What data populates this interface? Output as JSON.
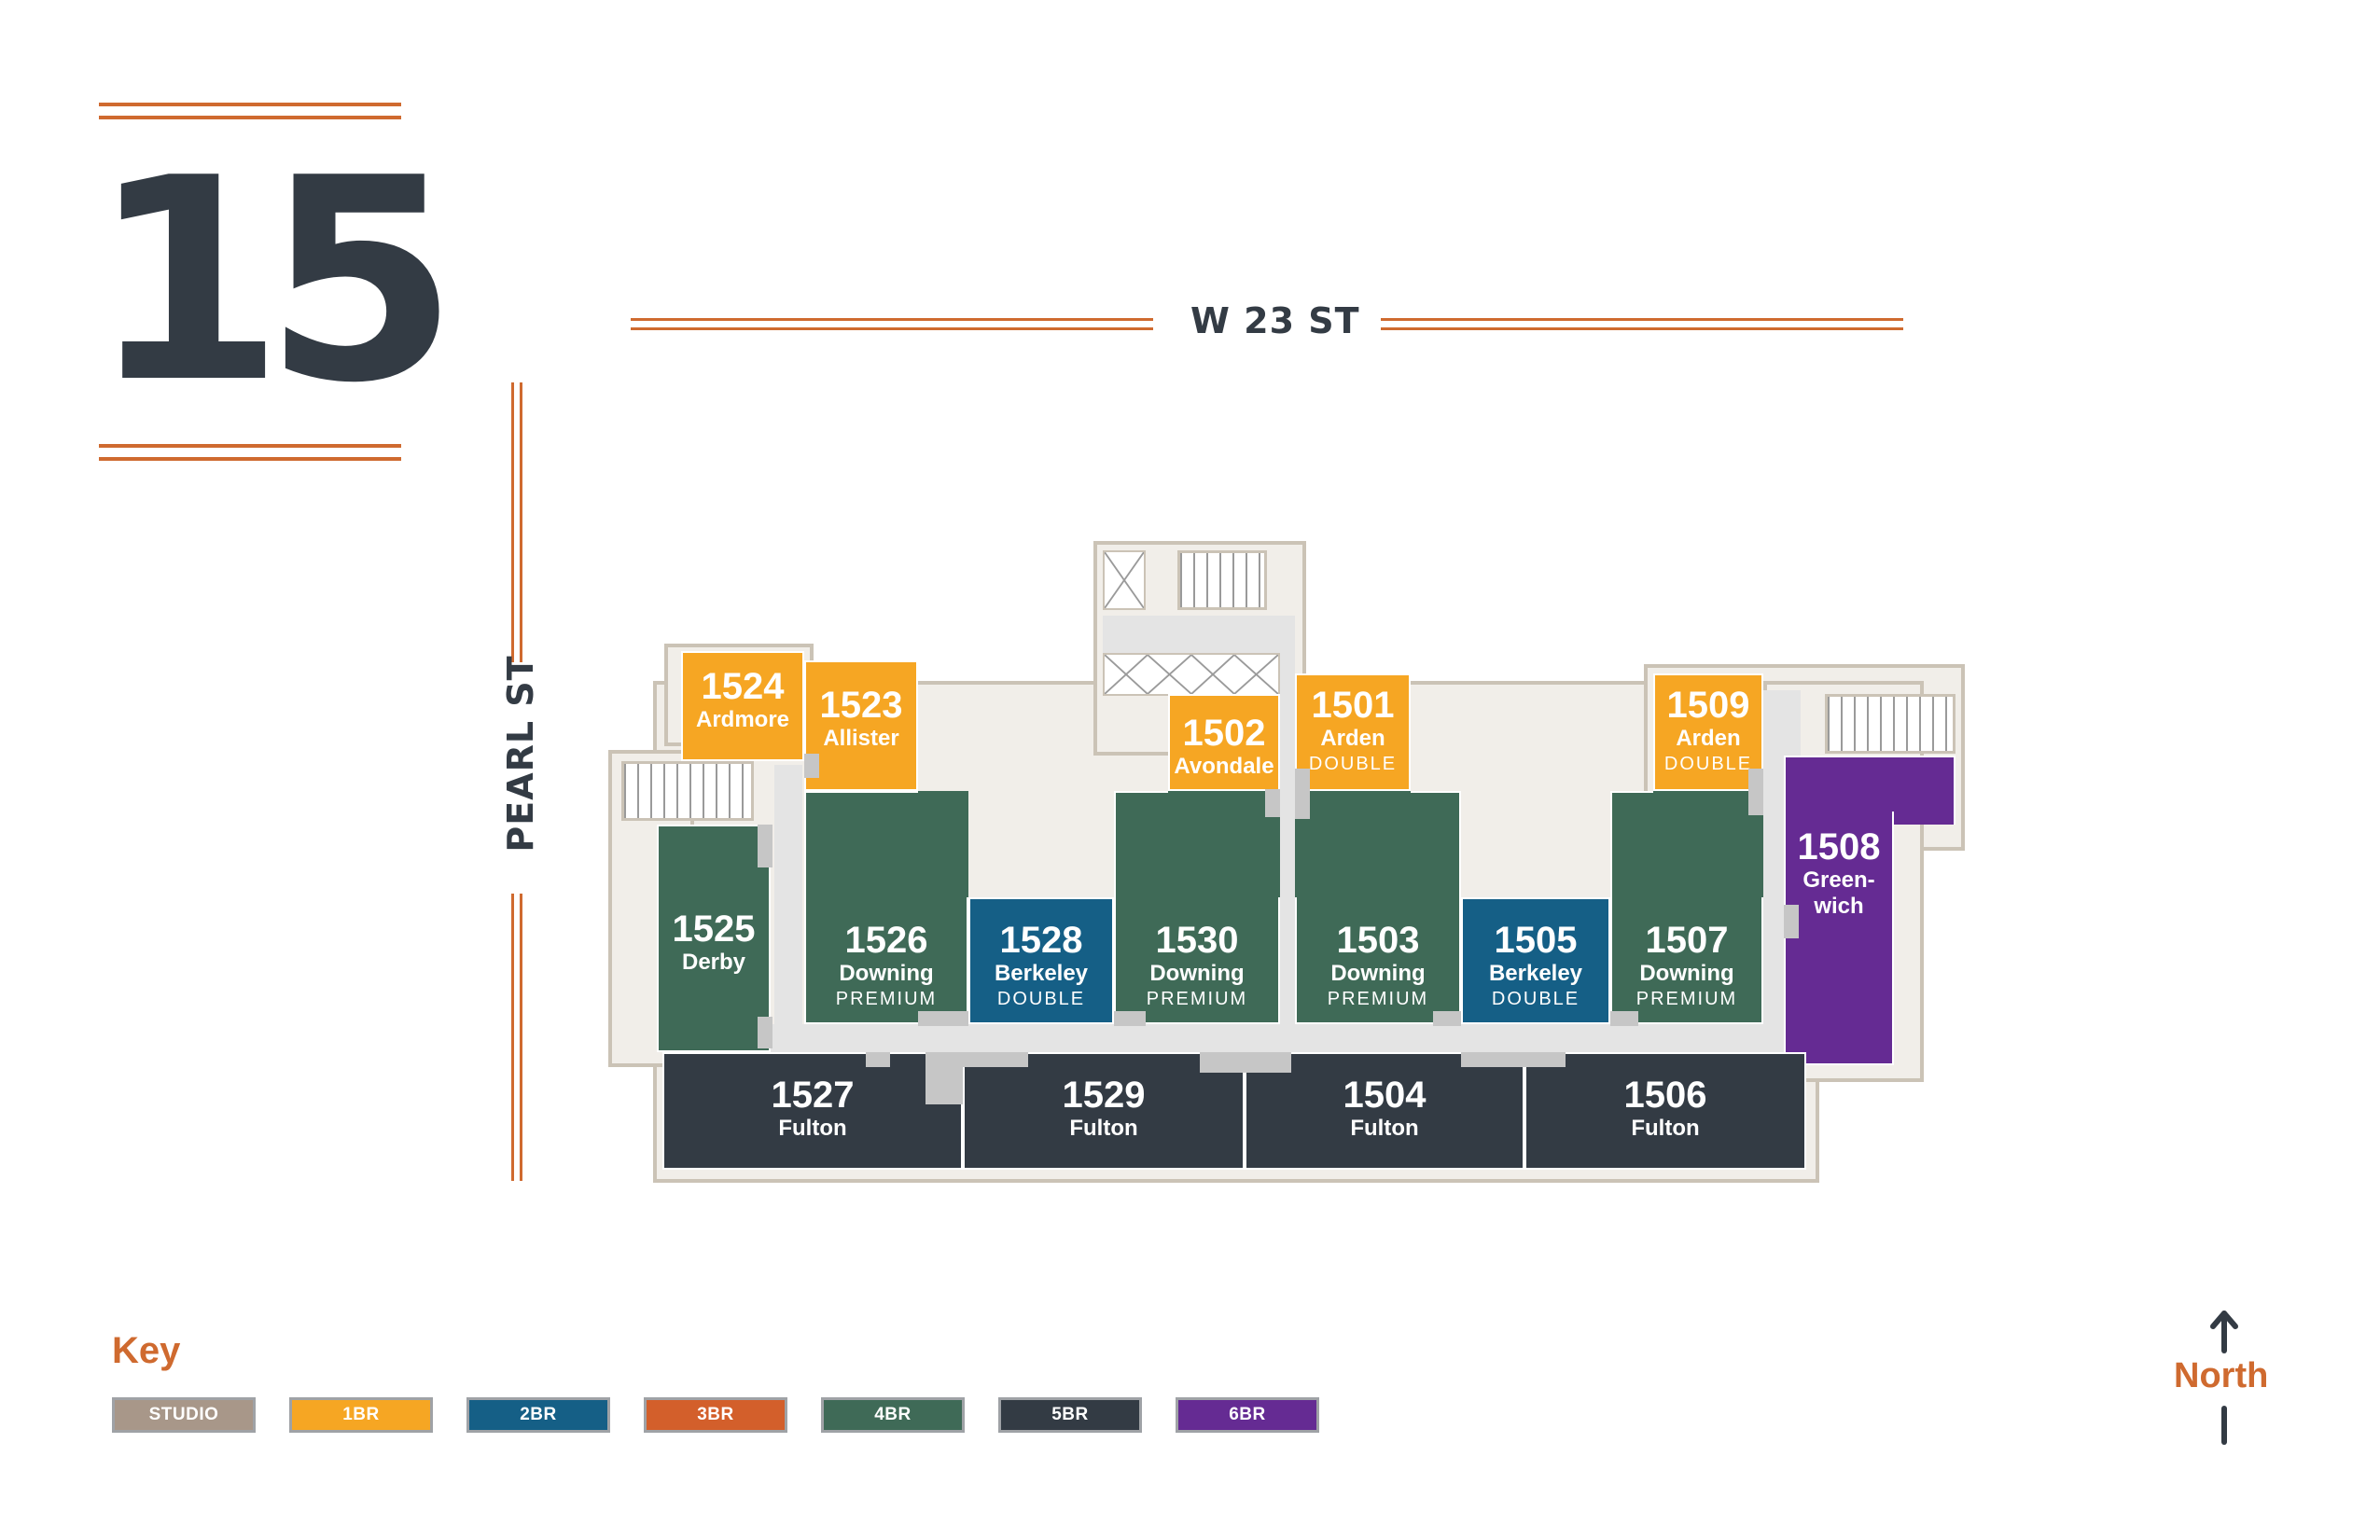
{
  "floor": "15",
  "streets": {
    "top": "W 23 ST",
    "left": "PEARL ST"
  },
  "colors": {
    "accent": "#cf6a2f",
    "dark": "#333b44",
    "studio": "#a89789",
    "br1": "#f6a623",
    "br2": "#155f86",
    "br3": "#d35f2b",
    "br4": "#3f6a57",
    "br5": "#333b44",
    "br6": "#652b93"
  },
  "units": {
    "u1524": {
      "number": "1524",
      "name": "Ardmore",
      "tier": ""
    },
    "u1523": {
      "number": "1523",
      "name": "Allister",
      "tier": ""
    },
    "u1502": {
      "number": "1502",
      "name": "Avondale",
      "tier": ""
    },
    "u1501": {
      "number": "1501",
      "name": "Arden",
      "tier": "DOUBLE"
    },
    "u1509": {
      "number": "1509",
      "name": "Arden",
      "tier": "DOUBLE"
    },
    "u1525": {
      "number": "1525",
      "name": "Derby",
      "tier": ""
    },
    "u1526": {
      "number": "1526",
      "name": "Downing",
      "tier": "PREMIUM"
    },
    "u1528": {
      "number": "1528",
      "name": "Berkeley",
      "tier": "DOUBLE"
    },
    "u1530": {
      "number": "1530",
      "name": "Downing",
      "tier": "PREMIUM"
    },
    "u1503": {
      "number": "1503",
      "name": "Downing",
      "tier": "PREMIUM"
    },
    "u1505": {
      "number": "1505",
      "name": "Berkeley",
      "tier": "DOUBLE"
    },
    "u1507": {
      "number": "1507",
      "name": "Downing",
      "tier": "PREMIUM"
    },
    "u1508": {
      "number": "1508",
      "name": "Green-\nwich",
      "tier": ""
    },
    "u1527": {
      "number": "1527",
      "name": "Fulton",
      "tier": ""
    },
    "u1529": {
      "number": "1529",
      "name": "Fulton",
      "tier": ""
    },
    "u1504": {
      "number": "1504",
      "name": "Fulton",
      "tier": ""
    },
    "u1506": {
      "number": "1506",
      "name": "Fulton",
      "tier": ""
    }
  },
  "key": {
    "title": "Key",
    "items": [
      {
        "label": "STUDIO",
        "color": "#a89789"
      },
      {
        "label": "1BR",
        "color": "#f6a623"
      },
      {
        "label": "2BR",
        "color": "#155f86"
      },
      {
        "label": "3BR",
        "color": "#d35f2b"
      },
      {
        "label": "4BR",
        "color": "#3f6a57"
      },
      {
        "label": "5BR",
        "color": "#333b44"
      },
      {
        "label": "6BR",
        "color": "#652b93"
      }
    ]
  },
  "north": {
    "label": "North",
    "icon": "north-arrow-icon"
  }
}
